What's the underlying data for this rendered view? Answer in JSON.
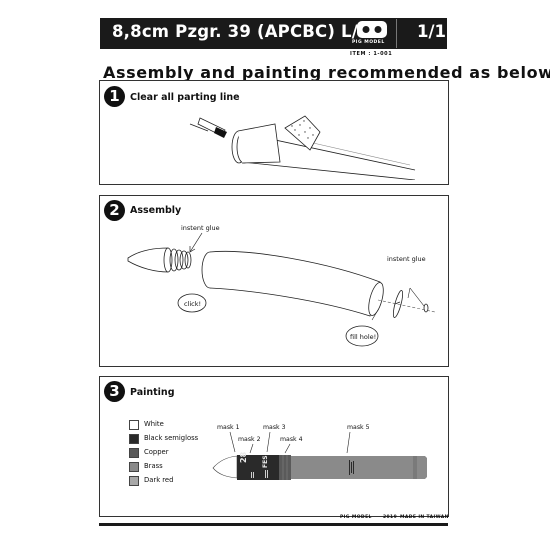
{
  "header": {
    "title": "8,8cm  Pzgr. 39 (APCBC) L/56",
    "logo_text": "PIG MODEL",
    "sheet": "1/1",
    "item_code": "ITEM : 1-001"
  },
  "main_heading": "Assembly and painting recommended as below",
  "steps": [
    {
      "number": "1",
      "title": "Clear all parting line"
    },
    {
      "number": "2",
      "title": "Assembly",
      "notes": {
        "glue_left": "instent glue",
        "glue_right": "instent glue",
        "click": "click!",
        "fill": "fill hole!"
      }
    },
    {
      "number": "3",
      "title": "Painting"
    }
  ],
  "legend": [
    {
      "label": "White",
      "color": "#ffffff"
    },
    {
      "label": "Black semigloss",
      "color": "#2a2a2a"
    },
    {
      "label": "Copper",
      "color": "#5a5a5a"
    },
    {
      "label": "Brass",
      "color": "#8a8a8a"
    },
    {
      "label": "Dark red",
      "color": "#a8a8a8"
    }
  ],
  "masks": [
    "mask 1",
    "mask 2",
    "mask 3",
    "mask 4",
    "mask 5"
  ],
  "shell_markings": {
    "caliber": "28",
    "fes": "FES"
  },
  "footer": {
    "brand": "PIG MODEL",
    "year": "2019",
    "made": "MADE IN TAIWAN"
  }
}
